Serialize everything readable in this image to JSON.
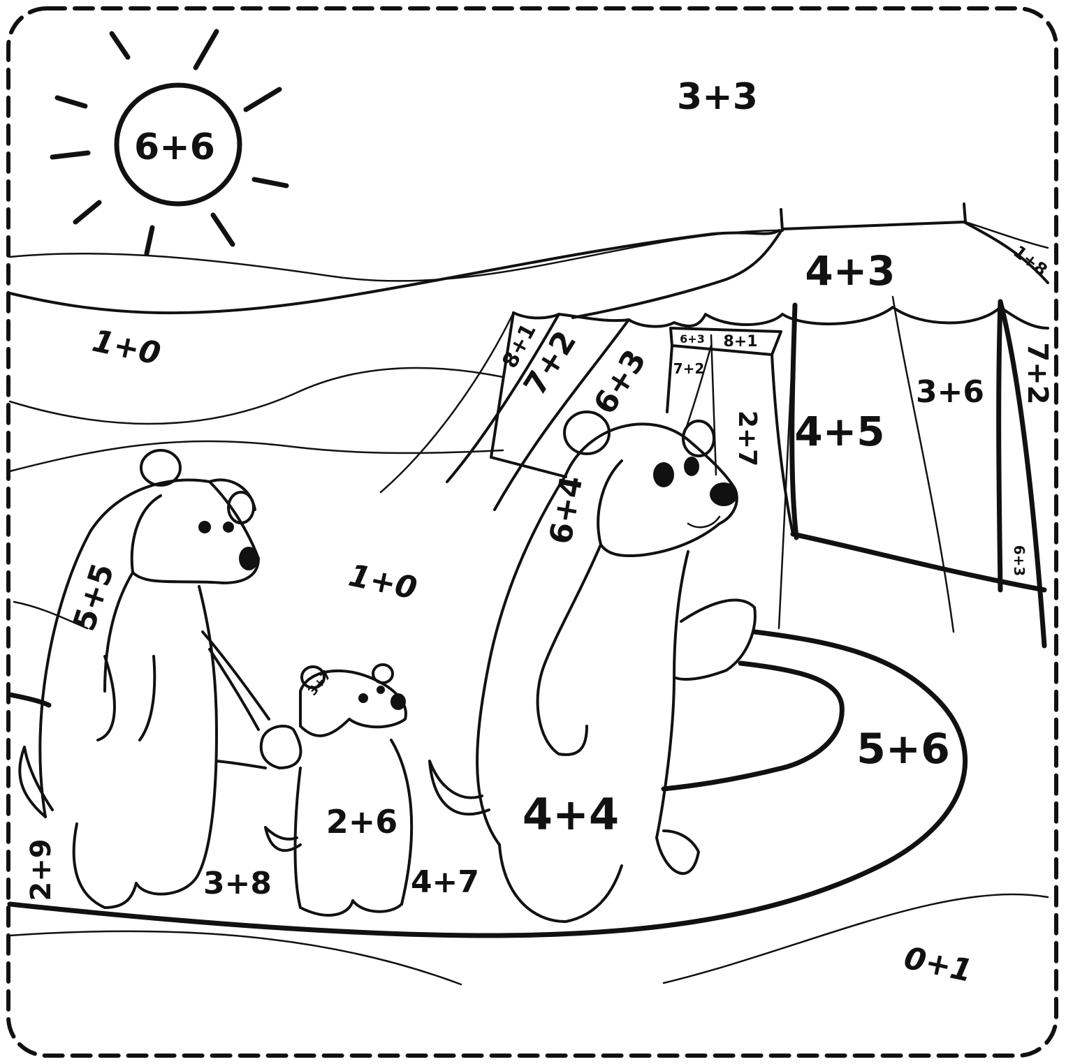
{
  "colors": {
    "ink": "#111111",
    "paper": "#ffffff"
  },
  "labels": {
    "sun": "6+6",
    "sky": "3+3",
    "tent_roof": "4+3",
    "tent_roof_right": "1+8",
    "hill_left": "1+0",
    "field_mid": "1+0",
    "tent_flap_a": "8+1",
    "tent_flap_b": "7+2",
    "tent_flap_c": "6+3",
    "tent_door_top_left": "6+3",
    "tent_door_top_right": "8+1",
    "tent_door_inner": "7+2",
    "tent_door_panel": "2+7",
    "tent_front_center": "4+5",
    "tent_front_right": "3+6",
    "tent_edge_right": "7+2",
    "tent_post_small": "6+3",
    "bear_left_head": "5+5",
    "bear_big_head": "6+4",
    "bear_cub_ear": "3+7",
    "bear_cub_body": "2+6",
    "bear_big_body": "4+4",
    "path_right": "5+6",
    "ground_left_edge": "2+9",
    "ground_left": "3+8",
    "ground_mid": "4+7",
    "foreground": "0+1"
  }
}
